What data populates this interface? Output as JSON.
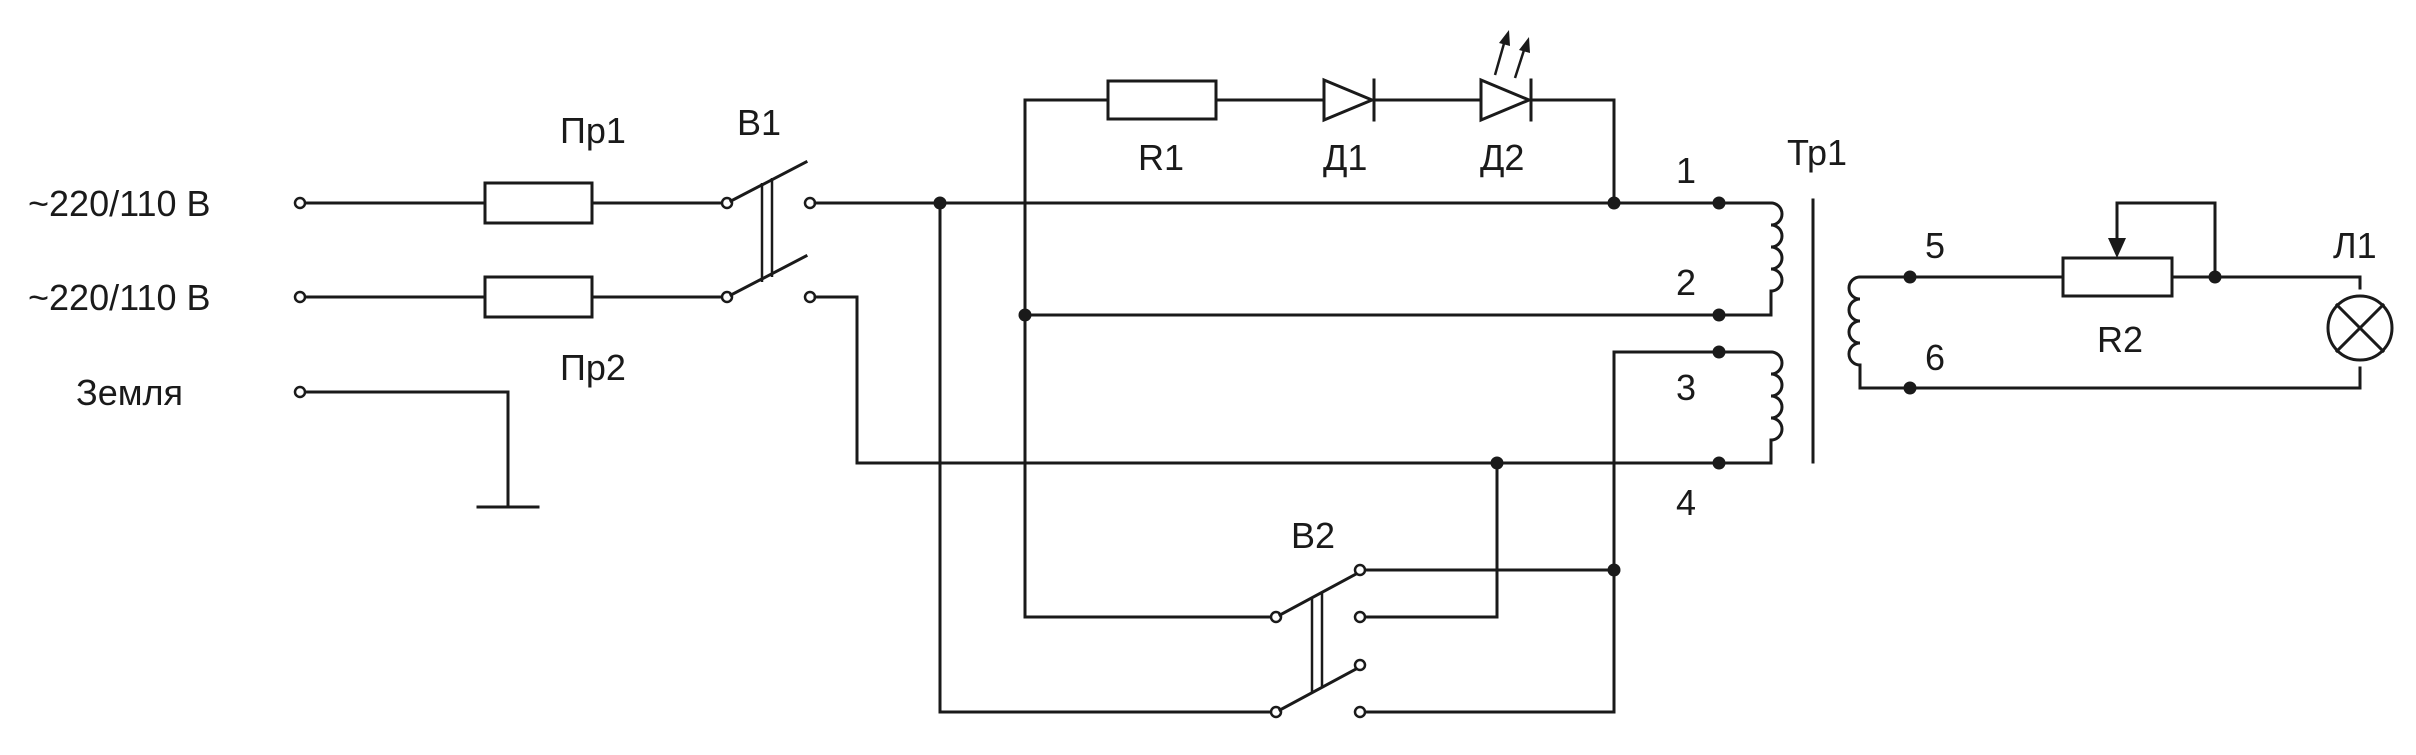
{
  "labels": {
    "input_l1": "~220/110 В",
    "input_l2": "~220/110 В",
    "ground": "Земля",
    "fuse1": "Пр1",
    "fuse2": "Пр2",
    "switch1": "В1",
    "switch2": "В2",
    "resistor1": "R1",
    "diode1": "Д1",
    "led2": "Д2",
    "transformer": "Тр1",
    "pin1": "1",
    "pin2": "2",
    "pin3": "3",
    "pin4": "4",
    "pin5": "5",
    "pin6": "6",
    "resistor2": "R2",
    "lamp": "Л1"
  },
  "colors": {
    "stroke": "#1a1a1a",
    "background": "#ffffff"
  }
}
